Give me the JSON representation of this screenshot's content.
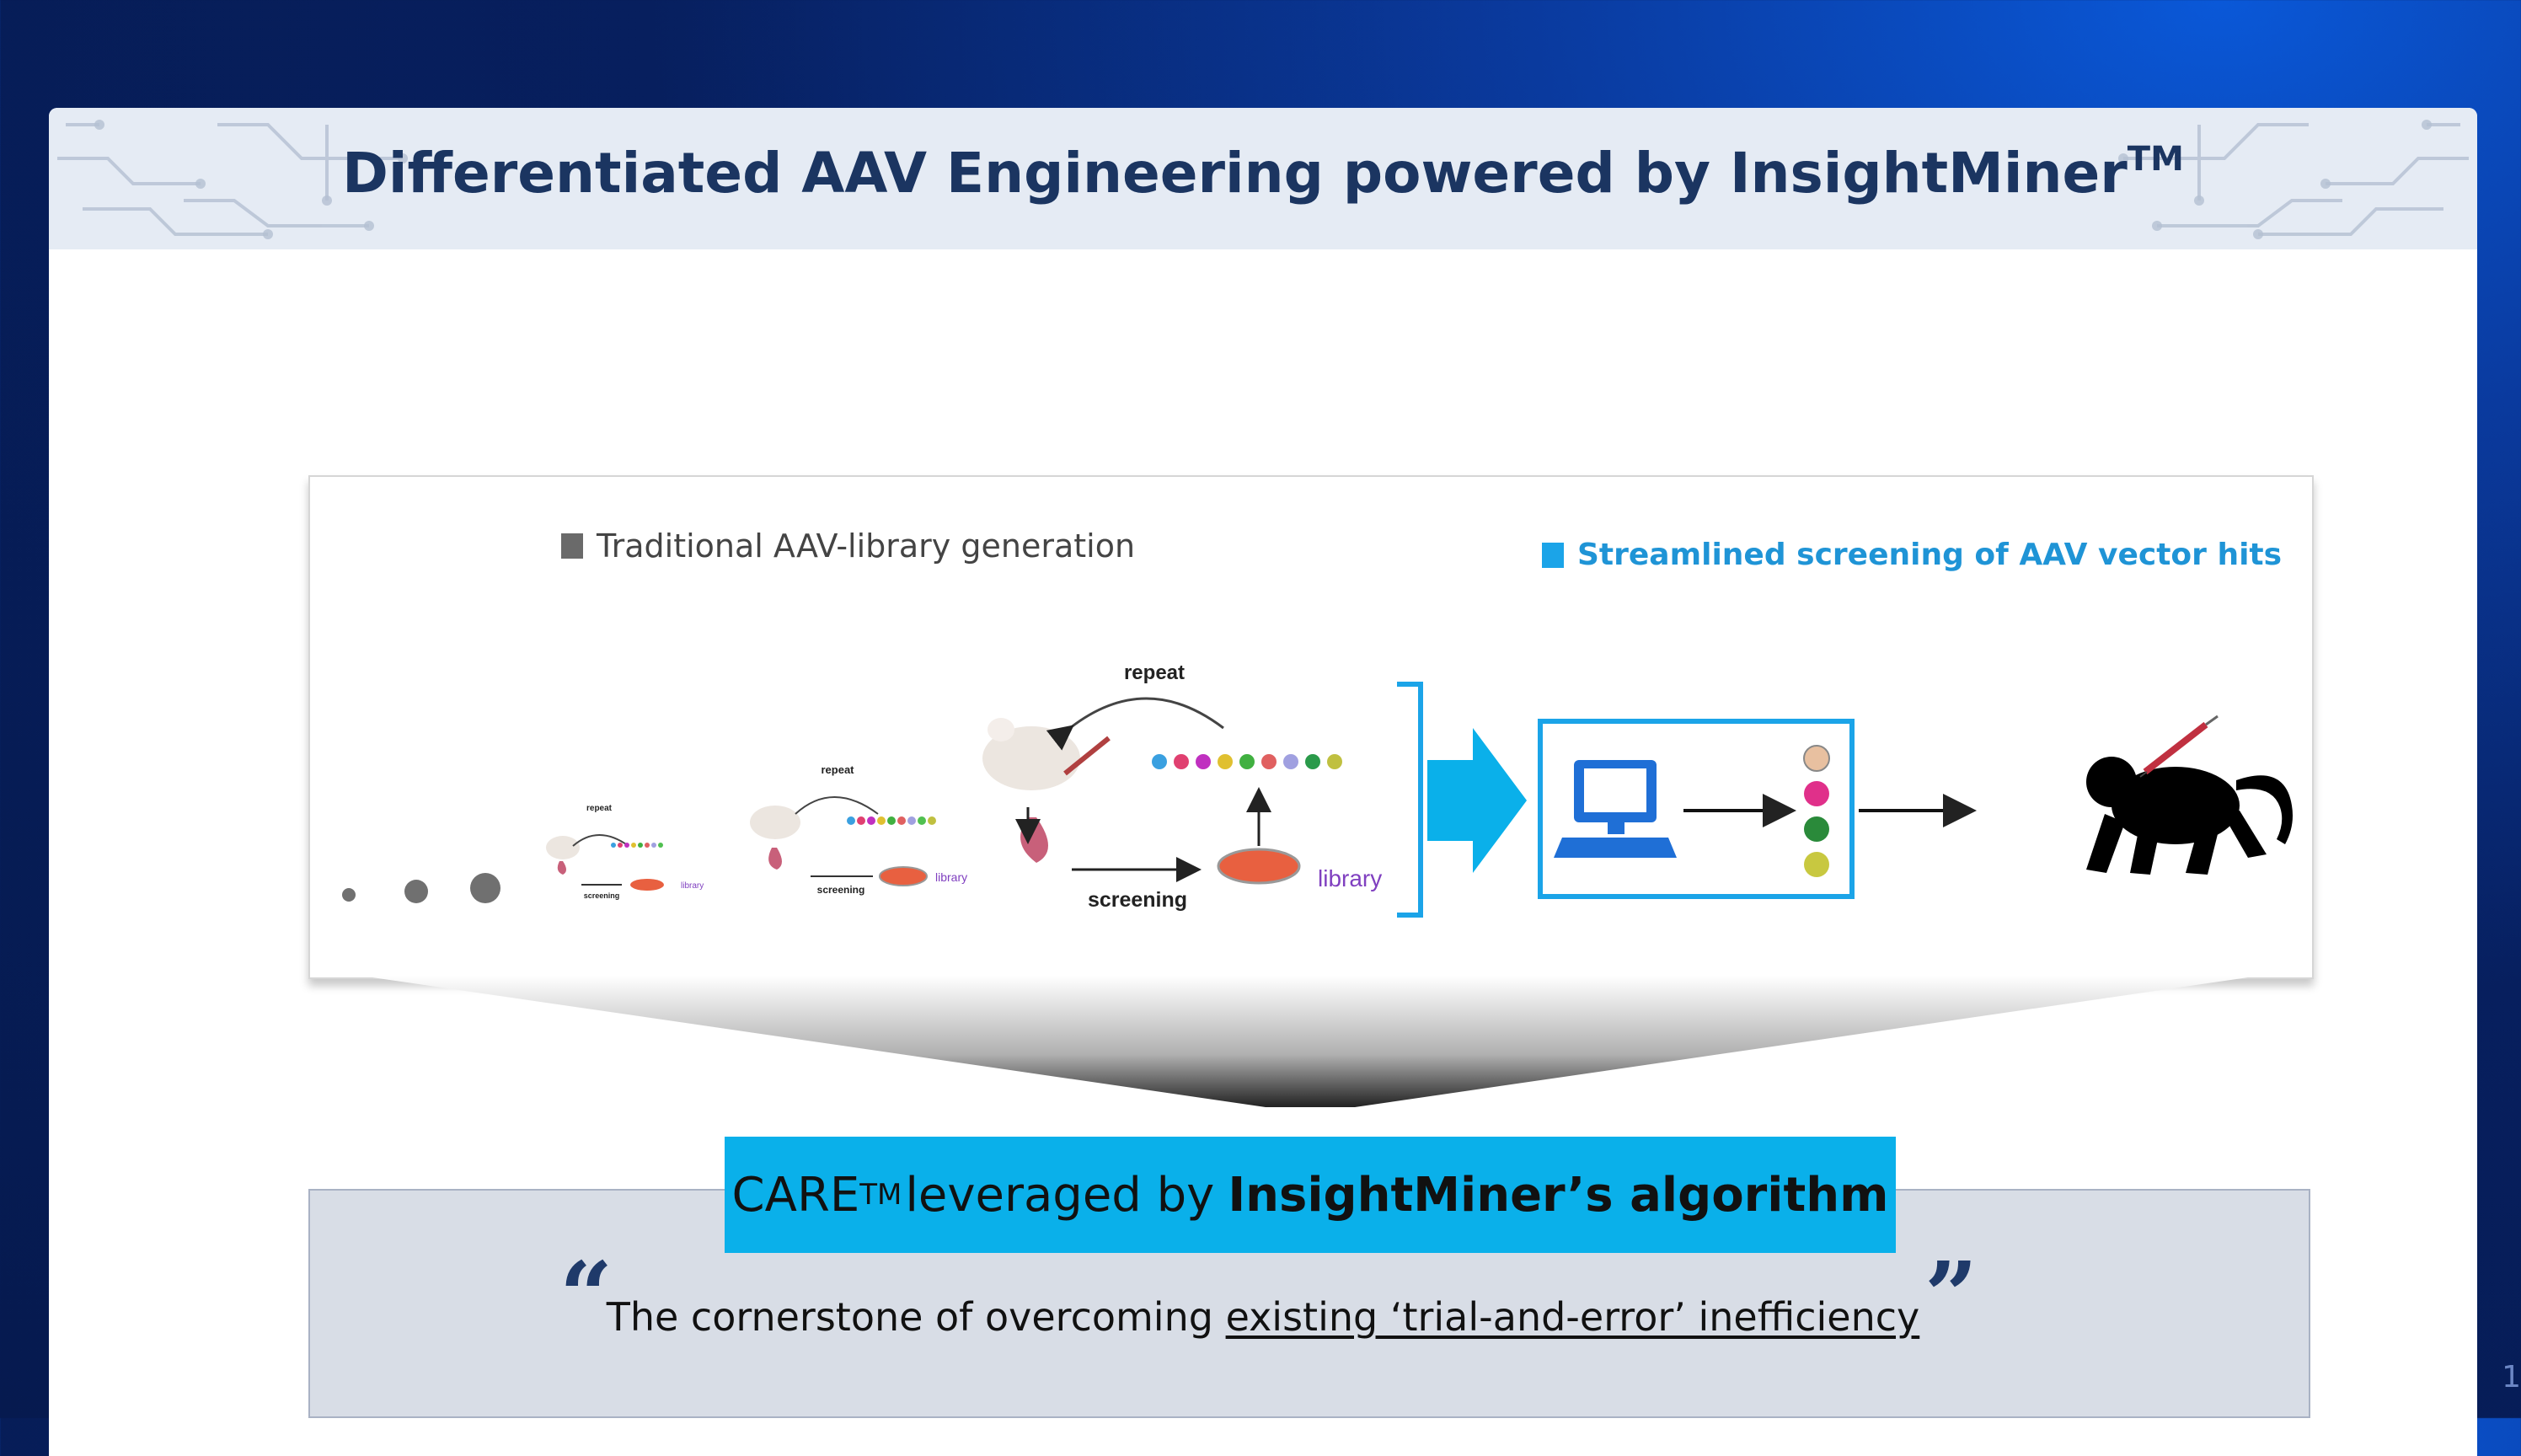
{
  "title": {
    "main": "Differentiated AAV Engineering powered by InsightMiner",
    "tm": "TM"
  },
  "panel": {
    "legend_traditional": "Traditional AAV-library generation",
    "legend_streamlined": "Streamlined screening of AAV vector hits",
    "cycle_small": {
      "repeat": "repeat",
      "screening": "screening",
      "library": "library"
    },
    "cycle_medium": {
      "repeat": "repeat",
      "screening": "screening",
      "library": "library"
    },
    "cycle_large": {
      "repeat": "repeat",
      "screening": "screening",
      "library": "library"
    }
  },
  "care": {
    "name": "CARE",
    "tm": "TM",
    "leveraged": "leveraged by",
    "algorithm": "InsightMiner’s algorithm"
  },
  "statement": {
    "prefix": "The cornerstone of overcoming",
    "emphasis": "existing ‘trial-and-error’ inefficiency",
    "open_quote": "“",
    "close_quote": "”"
  },
  "page": {
    "number": "1"
  },
  "colors": {
    "accent": "#0ab0ea",
    "title": "#1b3561",
    "background": "#061a4f"
  }
}
